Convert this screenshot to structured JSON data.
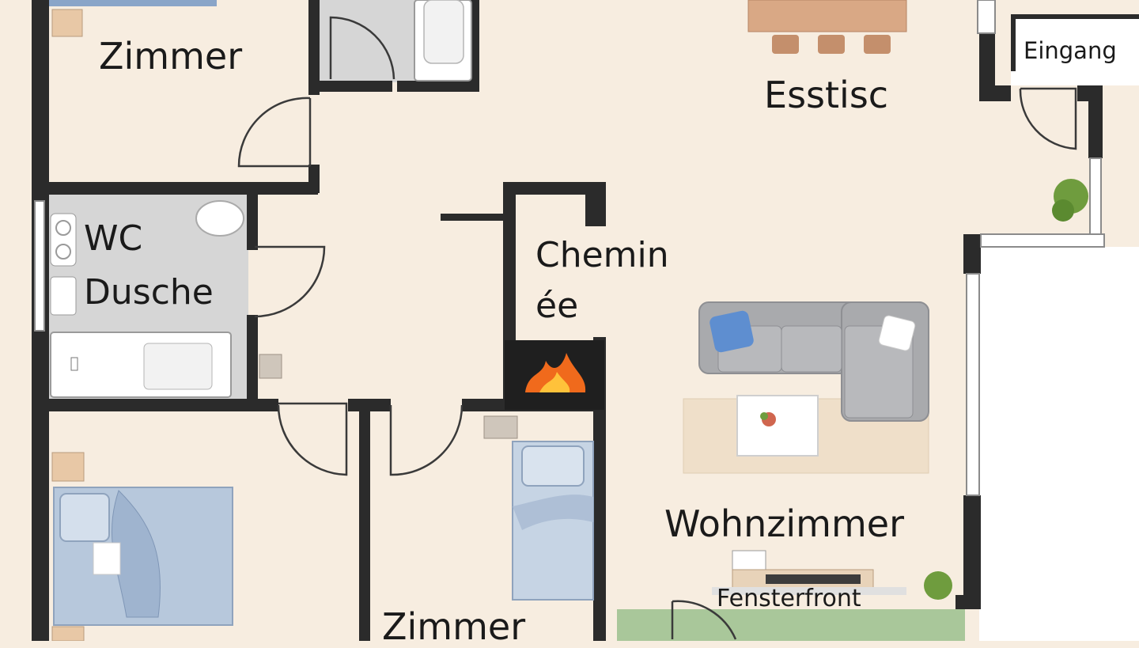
{
  "rooms": {
    "zimmer_top": "Zimmer",
    "esstisch": "Esstisc",
    "eingang": "Eingang",
    "wc": "WC",
    "dusche": "Dusche",
    "cheminee_line1": "Chemin",
    "cheminee_line2": "ée",
    "wohnzimmer": "Wohnzimmer",
    "fensterfront": "Fensterfront",
    "zimmer_bottom": "Zimmer"
  },
  "colors": {
    "floor": "#f7ede0",
    "wall": "#2b2b2b",
    "wet_room": "#d6d6d6",
    "bedding": "#b7c8dc",
    "sofa": "#a9aaad",
    "pillow_blue": "#5e8ed0",
    "wood": "#d9a885",
    "rug": "#efdfc9",
    "fire": "#f06a1c",
    "plant": "#6f9c3e",
    "terrace": "#a9c79a"
  }
}
